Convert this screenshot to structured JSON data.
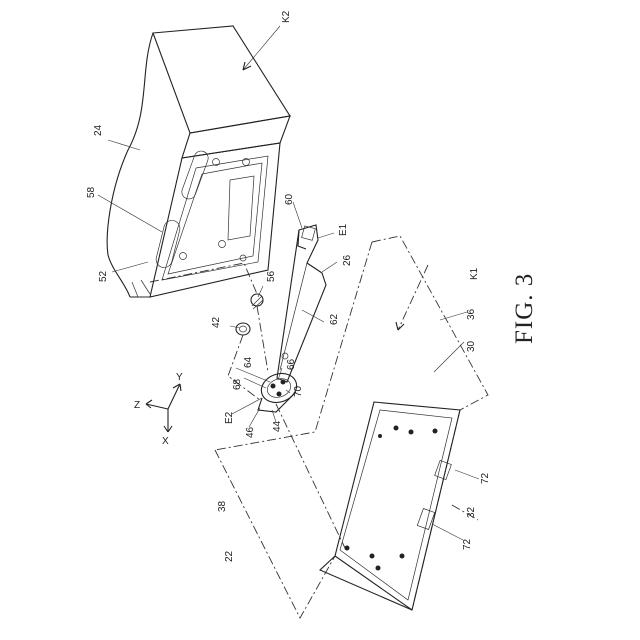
{
  "figure_label": "FIG. 3",
  "axes": {
    "x": "X",
    "y": "Y",
    "z": "Z"
  },
  "refs": {
    "k2": "K2",
    "r24": "24",
    "r58": "58",
    "r52": "52",
    "r60": "60",
    "e1": "E1",
    "r26": "26",
    "r56": "56",
    "r62": "62",
    "k1": "K1",
    "r36": "36",
    "r30": "30",
    "r42": "42",
    "r64": "64",
    "r66": "66",
    "r68": "68",
    "r70": "70",
    "e2": "E2",
    "r46": "46",
    "r44": "44",
    "r38": "38",
    "r22": "22",
    "r32": "32",
    "r72a": "72",
    "r72b": "72"
  }
}
